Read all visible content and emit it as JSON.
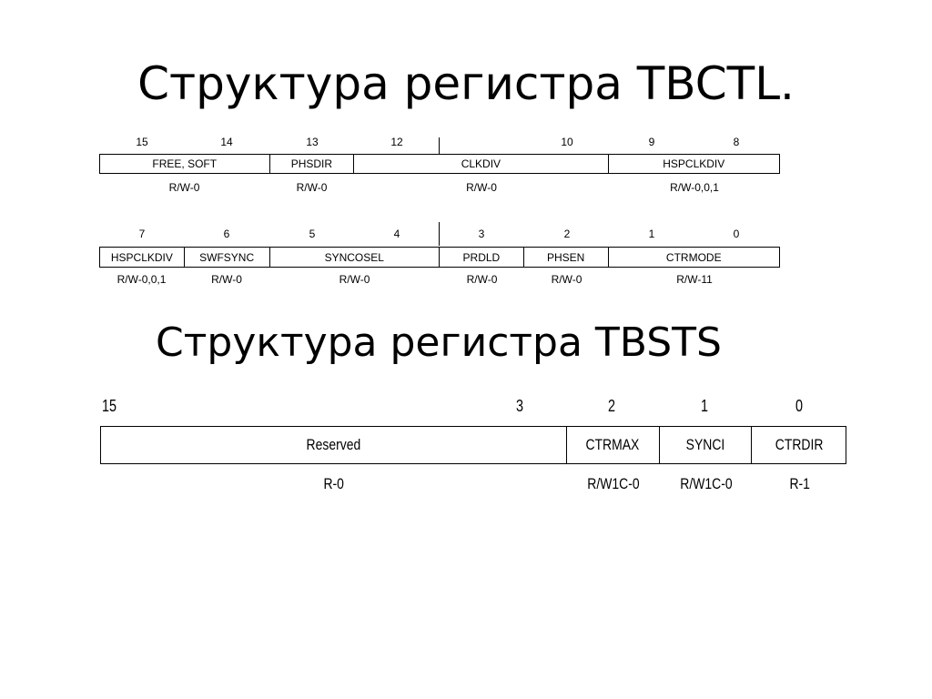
{
  "titles": {
    "tbctl": "Структура регистра TBCTL.",
    "tbsts": "Структура регистра TBSTS"
  },
  "tbctl_high": {
    "bit_numbers": [
      "15",
      "14",
      "13",
      "12",
      "10",
      "9",
      "8"
    ],
    "fields": [
      "FREE, SOFT",
      "PHSDIR",
      "CLKDIV",
      "HSPCLKDIV"
    ],
    "access": [
      "R/W-0",
      "R/W-0",
      "R/W-0",
      "R/W-0,0,1"
    ]
  },
  "tbctl_low": {
    "bit_numbers": [
      "7",
      "6",
      "5",
      "4",
      "3",
      "2",
      "1",
      "0"
    ],
    "fields": [
      "HSPCLKDIV",
      "SWFSYNC",
      "SYNCOSEL",
      "PRDLD",
      "PHSEN",
      "CTRMODE"
    ],
    "access": [
      "R/W-0,0,1",
      "R/W-0",
      "R/W-0",
      "R/W-0",
      "R/W-0",
      "R/W-11"
    ]
  },
  "tbsts": {
    "bit_numbers": [
      "15",
      "3",
      "2",
      "1",
      "0"
    ],
    "fields": [
      "Reserved",
      "CTRMAX",
      "SYNCI",
      "CTRDIR"
    ],
    "access": [
      "R-0",
      "R/W1C-0",
      "R/W1C-0",
      "R-1"
    ]
  }
}
